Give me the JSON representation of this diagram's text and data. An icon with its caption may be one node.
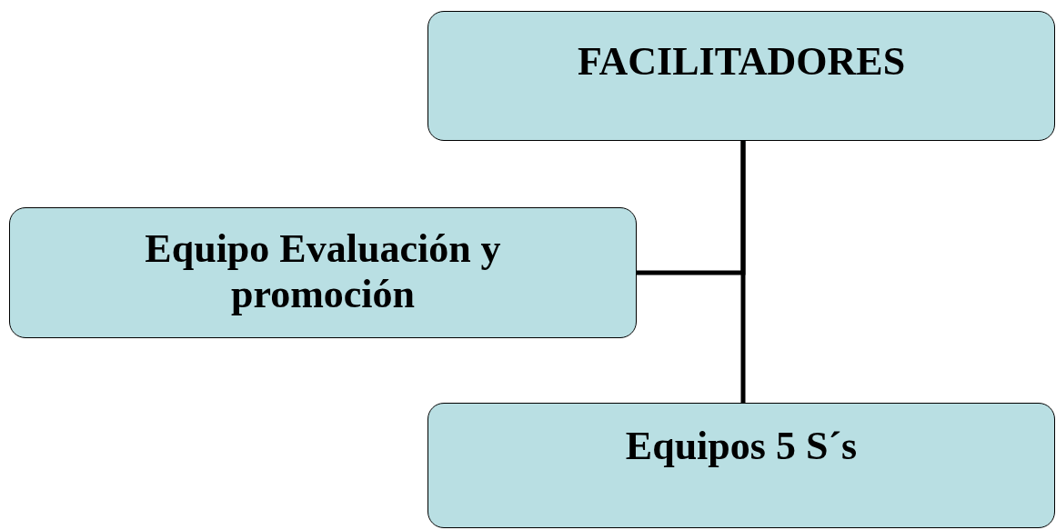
{
  "diagram": {
    "nodes": [
      {
        "text": [
          "FACILITADORES"
        ]
      },
      {
        "text": [
          "Equipo Evaluación y promoción"
        ]
      },
      {
        "text": [
          "Equipos 5 S´s"
        ]
      }
    ],
    "edges": [
      {
        "from": 0,
        "to": 2,
        "arrow": "none"
      },
      {
        "from": 0,
        "to": 1,
        "arrow": "none"
      }
    ]
  }
}
